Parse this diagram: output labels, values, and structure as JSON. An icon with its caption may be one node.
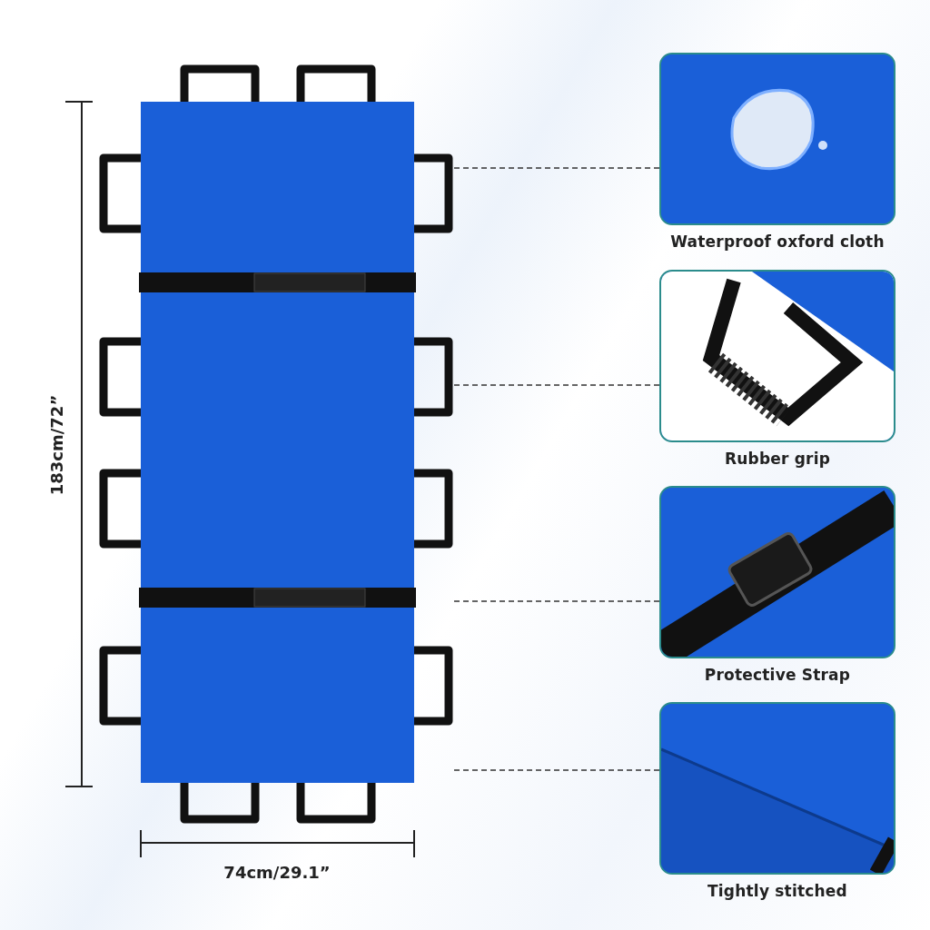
{
  "diagram": {
    "nodes": [
      {
        "text": [],
        "shape": "picture"
      },
      {
        "text": [
          "Waterproof oxford cloth"
        ]
      },
      {
        "text": [
          "Rubber grip"
        ]
      },
      {
        "text": [
          "Protective Strap"
        ]
      },
      {
        "text": [
          "Tightly stitched"
        ]
      }
    ],
    "edges": [
      {
        "from": 0,
        "to": 1,
        "arrow": "none",
        "style": "dashed"
      },
      {
        "from": 0,
        "to": 2,
        "arrow": "none",
        "style": "dashed"
      },
      {
        "from": 0,
        "to": 3,
        "arrow": "none",
        "style": "dashed"
      },
      {
        "from": 0,
        "to": 4,
        "arrow": "none",
        "style": "dashed"
      }
    ],
    "labels": [
      "183cm/72”",
      "74cm/29.1”"
    ]
  }
}
